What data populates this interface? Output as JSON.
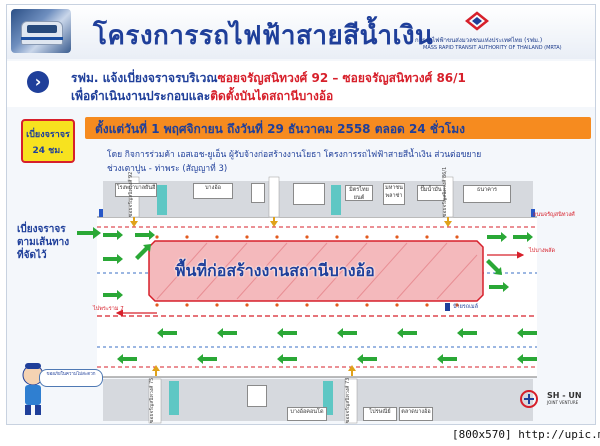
{
  "header": {
    "title": "โครงการรถไฟฟ้าสายสีน้ำเงิน",
    "org_th": "การรถไฟฟ้าขนส่งมวลชนแห่งประเทศไทย (รฟม.)",
    "org_en": "MASS RAPID TRANSIT AUTHORITY OF THAILAND (MRTA)"
  },
  "announcement": {
    "line1_prefix": "รฟม. แจ้งเบี่ยงจราจรบริเวณ",
    "line1_highlight": "ซอยจรัญสนิทวงศ์ 92 – ซอยจรัญสนิทวงศ์ 86/1",
    "line2_prefix": "เพื่อดำเนินงานประกอบและ",
    "line2_highlight": "ติดตั้งบันไดสถานีบางอ้อ"
  },
  "closure": {
    "label": "เบี่ยงจราจร",
    "duration": "24 ชม."
  },
  "schedule": "ตั้งแต่วันที่ 1 พฤศจิกายน ถึงวันที่ 29 ธันวาคม 2558 ตลอด 24 ชั่วโมง",
  "description": {
    "line1": "โดย กิจการร่วมค้า เอสเอช-ยูเอ็น ผู้รับจ้างก่อสร้างงานโยธา โครงการรถไฟฟ้าสายสีน้ำเงิน ส่วนต่อขยาย",
    "line2": "ช่วงเตาปูน - ท่าพระ (สัญญาที่ 3)"
  },
  "map": {
    "detour_label_1": "เบี่ยงจราจร",
    "detour_label_2": "ตามเส้นทาง",
    "detour_label_3": "ที่จัดไว้",
    "zone_label": "พื้นที่ก่อสร้างงานสถานีบางอ้อ",
    "road_label": "ถนนจรัญสนิทวงศ์",
    "direction_right": "ไปบางพลัด",
    "direction_left": "ไปพระราม 7",
    "place_right": "ป้ายรถเมล์",
    "soi_92": "ซอยจรัญสนิทวงศ์ 92",
    "soi_86": "ซอยจรัญสนิทวงศ์ 86/1",
    "soi_opp_a": "ซอยจรัญสนิทวงศ์ 75",
    "soi_opp_b": "ซอยจรัญสนิทวงศ์ 73",
    "buildings_top": [
      "โรงพยาบาลยันฮี",
      "บางอ้อ",
      "มิตรไทยยนต์",
      "มหาชน พลาซ่า",
      "ปั๊มน้ำมัน",
      "ธนาคาร"
    ],
    "buildings_bottom": [
      "บางอ้อคอนโด",
      "ไปรษณีย์",
      "ตลาดบางอ้อ"
    ]
  },
  "mascot": {
    "bubble": "ขออภัยในความไม่สะดวก"
  },
  "sponsors": {
    "sh_un": "SH - UN",
    "sh_un_sub": "JOINT VENTURE"
  },
  "footer": {
    "watermark": "[800x570] http://upic.me/"
  },
  "colors": {
    "brand_blue": "#1f3f9a",
    "alert_red": "#d7202b",
    "date_orange": "#f68b1f",
    "closure_yellow": "#f7e21f",
    "arrow_green": "#2aa836"
  }
}
